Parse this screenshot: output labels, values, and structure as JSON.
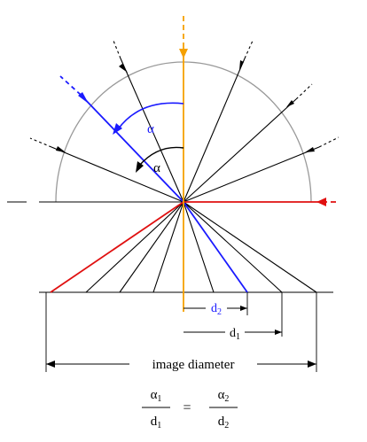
{
  "labels": {
    "alpha_blue": "α",
    "alpha_black": "α",
    "d2": "d",
    "d2_sub": "2",
    "d1": "d",
    "d1_sub": "1",
    "image_diameter": "image diameter"
  },
  "equation": {
    "lhs_num": "α",
    "lhs_num_sub": "1",
    "lhs_den": "d",
    "lhs_den_sub": "1",
    "equals": "=",
    "rhs_num": "α",
    "rhs_num_sub": "2",
    "rhs_den": "d",
    "rhs_den_sub": "2"
  },
  "colors": {
    "black": "#000000",
    "gray": "#999999",
    "blue": "#1a1aff",
    "red": "#e01010",
    "orange": "#f5a000"
  }
}
